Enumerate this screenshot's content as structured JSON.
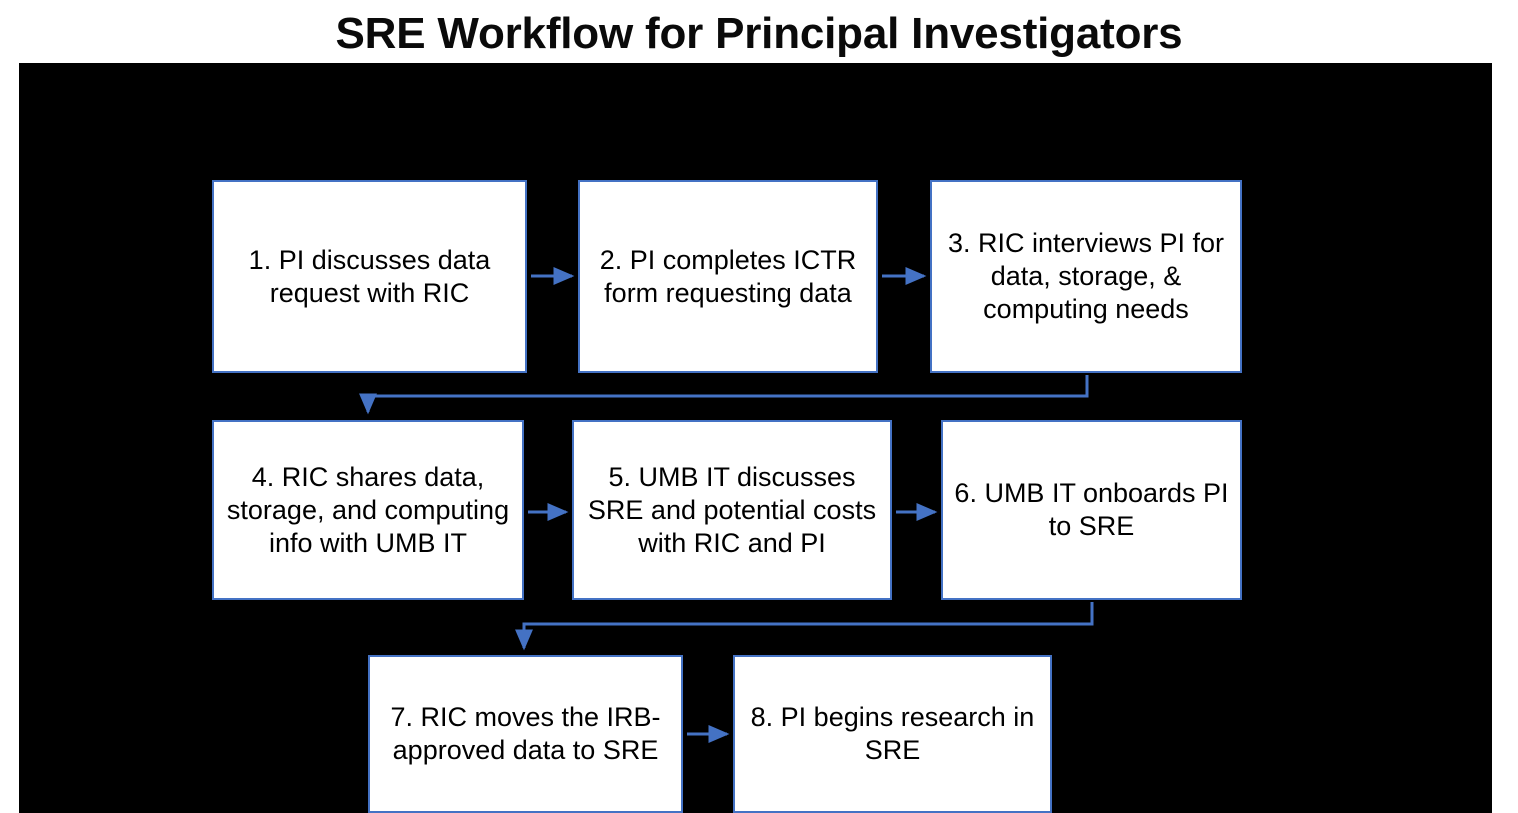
{
  "slide": {
    "title": "SRE Workflow for Principal Investigators",
    "background_color": "#000000",
    "canvas_color": "#ffffff"
  },
  "theme": {
    "box_fill": "#ffffff",
    "box_border": "#4472c4",
    "connector_color": "#4472c4",
    "text_color": "#000000",
    "title_color": "#0a0a0a"
  },
  "flowchart": {
    "nodes": [
      {
        "id": "1",
        "label": "1. PI discusses data request with RIC"
      },
      {
        "id": "2",
        "label": "2. PI completes ICTR form requesting data"
      },
      {
        "id": "3",
        "label": "3. RIC interviews PI for data, storage, & computing needs"
      },
      {
        "id": "4",
        "label": "4. RIC shares data, storage, and computing info with UMB IT"
      },
      {
        "id": "5",
        "label": "5. UMB IT discusses SRE and potential costs with RIC and PI"
      },
      {
        "id": "6",
        "label": "6. UMB IT onboards PI to SRE"
      },
      {
        "id": "7",
        "label": "7. RIC moves the IRB-approved data to SRE"
      },
      {
        "id": "8",
        "label": "8. PI begins research in SRE"
      }
    ],
    "edges": [
      {
        "from": "1",
        "to": "2",
        "style": "straight-right"
      },
      {
        "from": "2",
        "to": "3",
        "style": "straight-right"
      },
      {
        "from": "3",
        "to": "4",
        "style": "elbow-down-left"
      },
      {
        "from": "4",
        "to": "5",
        "style": "straight-right"
      },
      {
        "from": "5",
        "to": "6",
        "style": "straight-right"
      },
      {
        "from": "6",
        "to": "7",
        "style": "elbow-down-left"
      },
      {
        "from": "7",
        "to": "8",
        "style": "straight-right"
      }
    ]
  }
}
